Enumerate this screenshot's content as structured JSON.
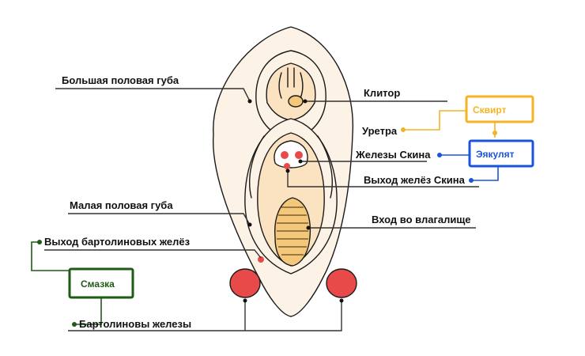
{
  "labels": {
    "labia_majora": "Большая половая губа",
    "clitoris": "Клитор",
    "urethra": "Уретра",
    "skene_glands": "Железы Скина",
    "skene_ducts": "Выход желёз Скина",
    "labia_minora": "Малая половая губа",
    "vaginal_opening": "Вход во влагалище",
    "bartholin_ducts": "Выход бартолиновых желёз",
    "bartholin_glands": "Бартолиновы железы"
  },
  "boxes": {
    "squirt": "Сквирт",
    "ejaculate": "Эякулят",
    "lubricant": "Смазка"
  },
  "colors": {
    "squirt": "#f5b324",
    "ejaculate": "#1a55d8",
    "lubricant": "#1f5a16",
    "skin": "#fdf2e6",
    "inner": "#fbe3c2",
    "vagina": "#f5c778",
    "gland": "#e84a4a"
  }
}
